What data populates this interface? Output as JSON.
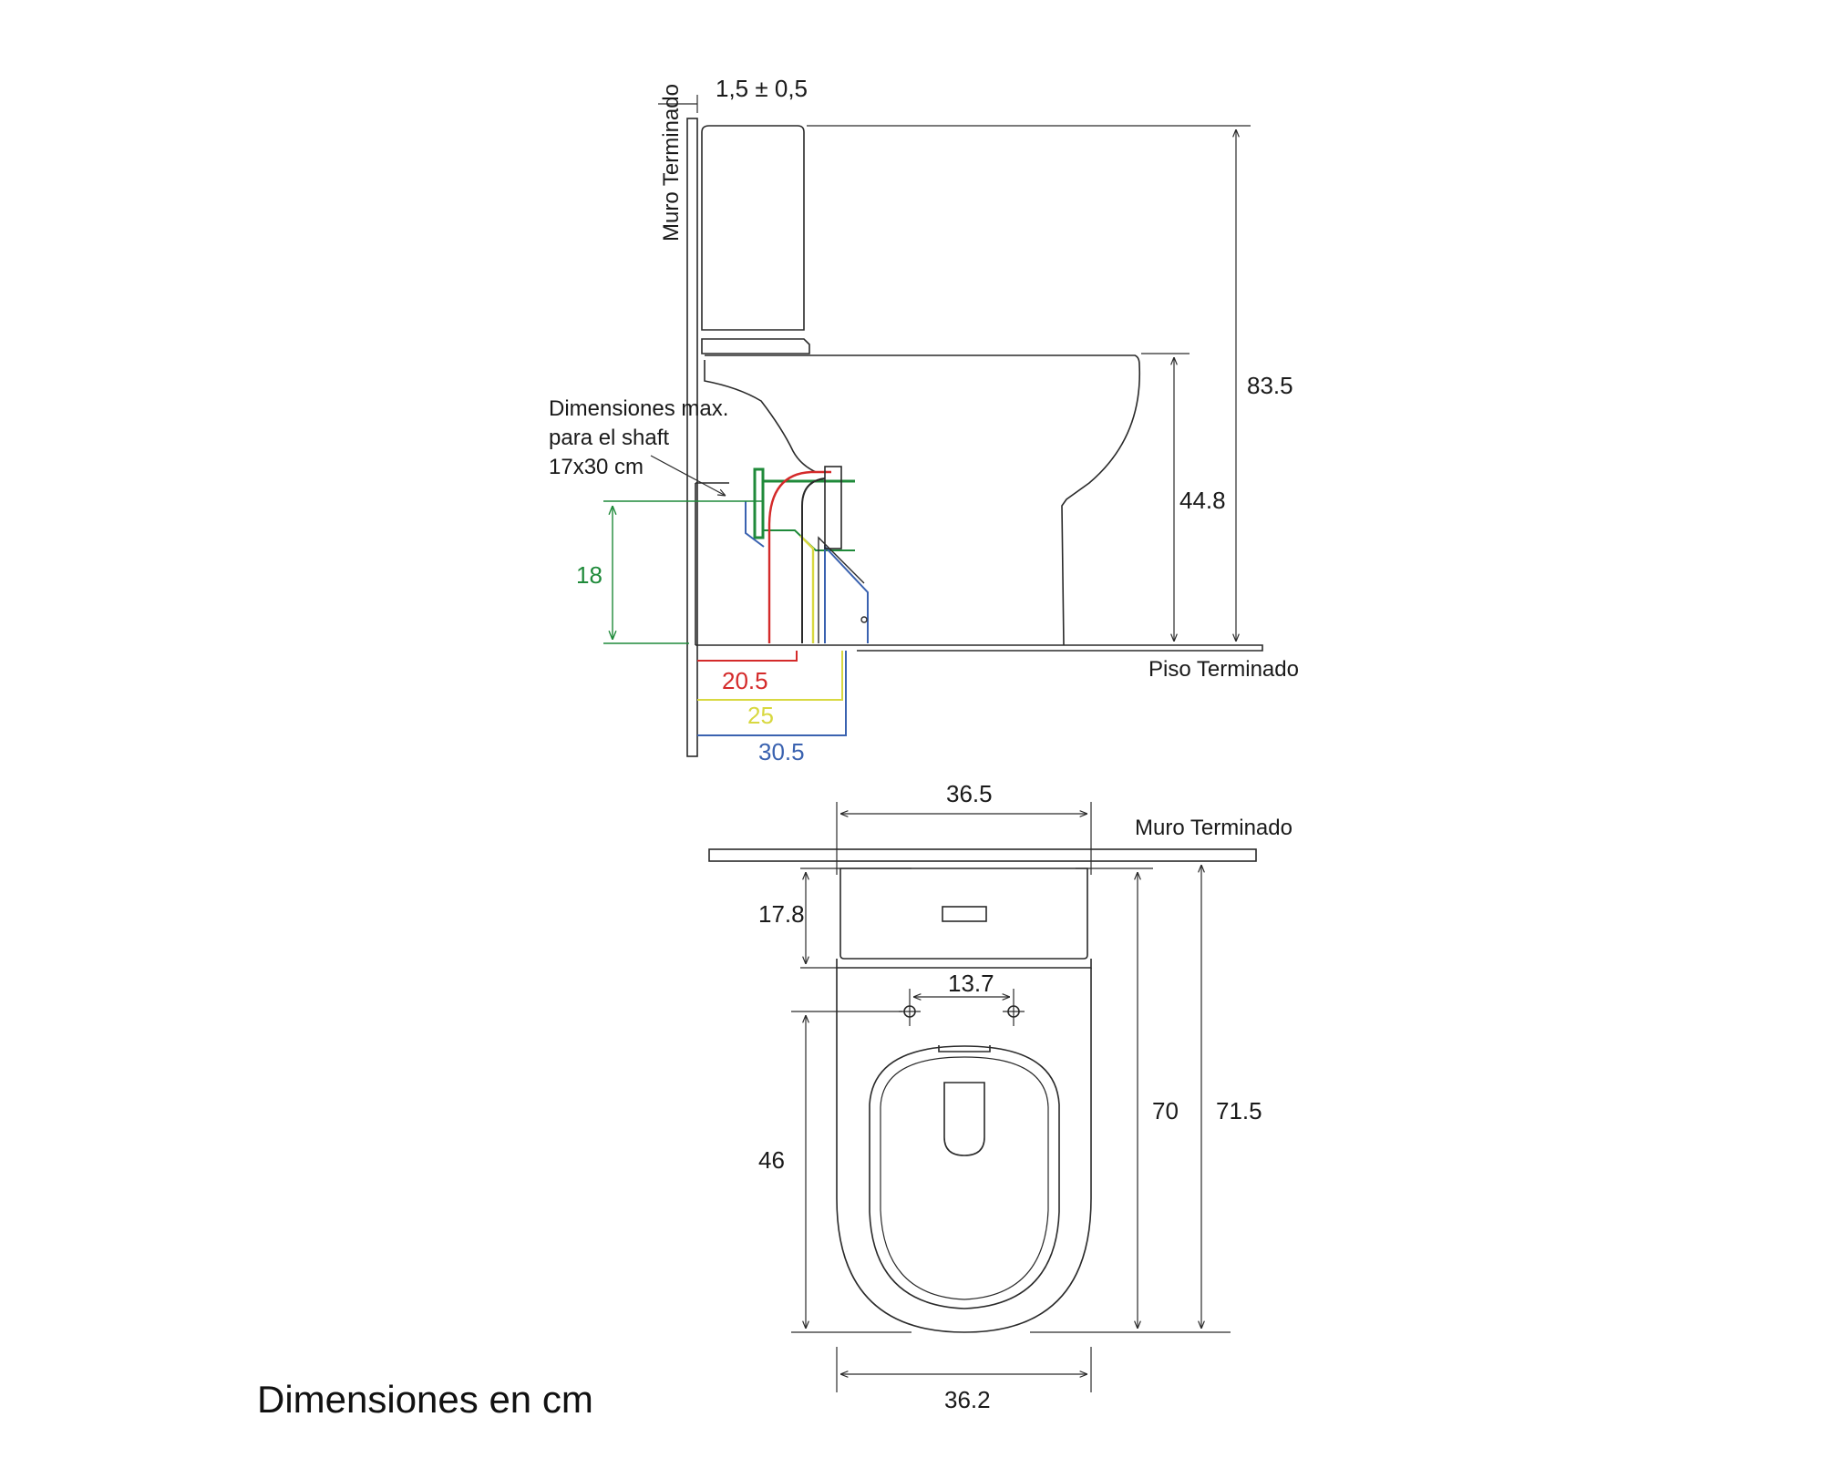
{
  "side_view": {
    "wall_label": "Muro Terminado",
    "floor_label": "Piso Terminado",
    "wall_offset": "1,5 ± 0,5",
    "total_height": "83.5",
    "seat_height": "44.8",
    "shaft_note": [
      "Dimensiones max.",
      "para el shaft",
      "17x30 cm"
    ],
    "outlet_height": "18",
    "red_dim": "20.5",
    "yellow_dim": "25",
    "blue_dim": "30.5"
  },
  "top_view": {
    "wall_label": "Muro Terminado",
    "top_width": "36.5",
    "tank_depth": "17.8",
    "bolt_spacing": "13.7",
    "bowl_length": "46",
    "depth_70": "70",
    "depth_71_5": "71.5",
    "bottom_width": "36.2"
  },
  "footer_note": "Dimensiones en cm",
  "colors": {
    "line": "#2a2a2a",
    "green": "#1f8a3a",
    "red": "#d42a2a",
    "yellow": "#d8d840",
    "blue": "#3a62b0"
  }
}
